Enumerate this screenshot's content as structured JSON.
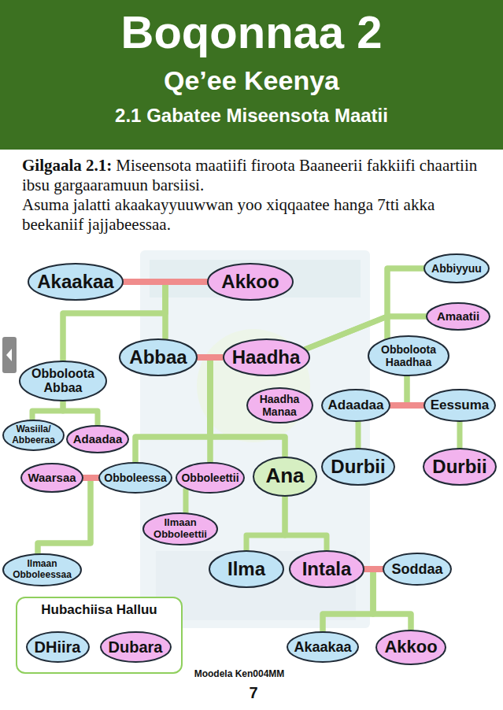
{
  "diagram": {
    "title": "Boqonnaa 2",
    "nodes": [
      {
        "text": [
          "Akaakaa"
        ]
      },
      {
        "text": [
          "Akkoo"
        ]
      },
      {
        "text": [
          "Abbiyyuu"
        ]
      },
      {
        "text": [
          "Amaatii"
        ]
      },
      {
        "text": [
          "Abbaa"
        ]
      },
      {
        "text": [
          "Haadha"
        ]
      },
      {
        "text": [
          "Obboloota Haadhaa"
        ]
      },
      {
        "text": [
          "Obboloota Abbaa"
        ]
      },
      {
        "text": [
          "Haadha Manaa"
        ]
      },
      {
        "text": [
          "Adaadaa"
        ]
      },
      {
        "text": [
          "Eessuma"
        ]
      },
      {
        "text": [
          "Wasiila/ Abbeeraa"
        ]
      },
      {
        "text": [
          "Adaadaa"
        ]
      },
      {
        "text": [
          "Durbii"
        ]
      },
      {
        "text": [
          "Durbii"
        ]
      },
      {
        "text": [
          "Waarsaa"
        ]
      },
      {
        "text": [
          "Obboleessa"
        ]
      },
      {
        "text": [
          "Obboleettii"
        ]
      },
      {
        "text": [
          "Ana"
        ]
      },
      {
        "text": [
          "Ilmaan Obboleettii"
        ]
      },
      {
        "text": [
          "Ilmaan Obboleessaa"
        ]
      },
      {
        "text": [
          "Ilma"
        ]
      },
      {
        "text": [
          "Intala"
        ]
      },
      {
        "text": [
          "Soddaa"
        ]
      },
      {
        "text": [
          "Akaakaa"
        ]
      },
      {
        "text": [
          "Akkoo"
        ]
      }
    ],
    "edges": [
      {
        "from": 0,
        "to": 1,
        "arrow": "none"
      },
      {
        "from": 0,
        "to": 4,
        "arrow": "none"
      },
      {
        "from": 1,
        "to": 4,
        "arrow": "none"
      },
      {
        "from": 0,
        "to": 7,
        "arrow": "none"
      },
      {
        "from": 1,
        "to": 7,
        "arrow": "none"
      },
      {
        "from": 2,
        "to": 5,
        "arrow": "none"
      },
      {
        "from": 3,
        "to": 5,
        "arrow": "none"
      },
      {
        "from": 2,
        "to": 6,
        "arrow": "none"
      },
      {
        "from": 3,
        "to": 6,
        "arrow": "none"
      },
      {
        "from": 4,
        "to": 5,
        "arrow": "none"
      },
      {
        "from": 7,
        "to": 11,
        "arrow": "none"
      },
      {
        "from": 7,
        "to": 12,
        "arrow": "none"
      },
      {
        "from": 4,
        "to": 16,
        "arrow": "none"
      },
      {
        "from": 5,
        "to": 16,
        "arrow": "none"
      },
      {
        "from": 4,
        "to": 17,
        "arrow": "none"
      },
      {
        "from": 5,
        "to": 17,
        "arrow": "none"
      },
      {
        "from": 4,
        "to": 18,
        "arrow": "none"
      },
      {
        "from": 5,
        "to": 18,
        "arrow": "none"
      },
      {
        "from": 9,
        "to": 10,
        "arrow": "none"
      },
      {
        "from": 6,
        "to": 9,
        "arrow": "none"
      },
      {
        "from": 6,
        "to": 10,
        "arrow": "none"
      },
      {
        "from": 9,
        "to": 13,
        "arrow": "none"
      },
      {
        "from": 10,
        "to": 14,
        "arrow": "none"
      },
      {
        "from": 15,
        "to": 16,
        "arrow": "none"
      },
      {
        "from": 17,
        "to": 19,
        "arrow": "none"
      },
      {
        "from": 15,
        "to": 20,
        "arrow": "none"
      },
      {
        "from": 16,
        "to": 20,
        "arrow": "none"
      },
      {
        "from": 18,
        "to": 21,
        "arrow": "none"
      },
      {
        "from": 18,
        "to": 22,
        "arrow": "none"
      },
      {
        "from": 22,
        "to": 23,
        "arrow": "none"
      },
      {
        "from": 22,
        "to": 24,
        "arrow": "none"
      },
      {
        "from": 23,
        "to": 24,
        "arrow": "none"
      },
      {
        "from": 22,
        "to": 25,
        "arrow": "none"
      },
      {
        "from": 23,
        "to": 25,
        "arrow": "none"
      }
    ],
    "labels": [
      "Qe’ee Keenya",
      "2.1 Gabatee Miseensota Maatii",
      "Gilgaala 2.1:",
      "Miseensota maatiifi firoota Baaneerii fakkiifi chaartiin ibsu gargaaramuun barsiisi.",
      "Asuma jalatti akaakayyuuwwan yoo xiqqaatee hanga 7tti akka beekaniif jajjabeessaa.",
      "Hubachiisa Halluu",
      "Moodela Ken004MM",
      "7"
    ],
    "legend": [
      {
        "text": "DHiira",
        "color": "#bfe3f5"
      },
      {
        "text": "Dubara",
        "color": "#f2b3ee"
      }
    ]
  }
}
